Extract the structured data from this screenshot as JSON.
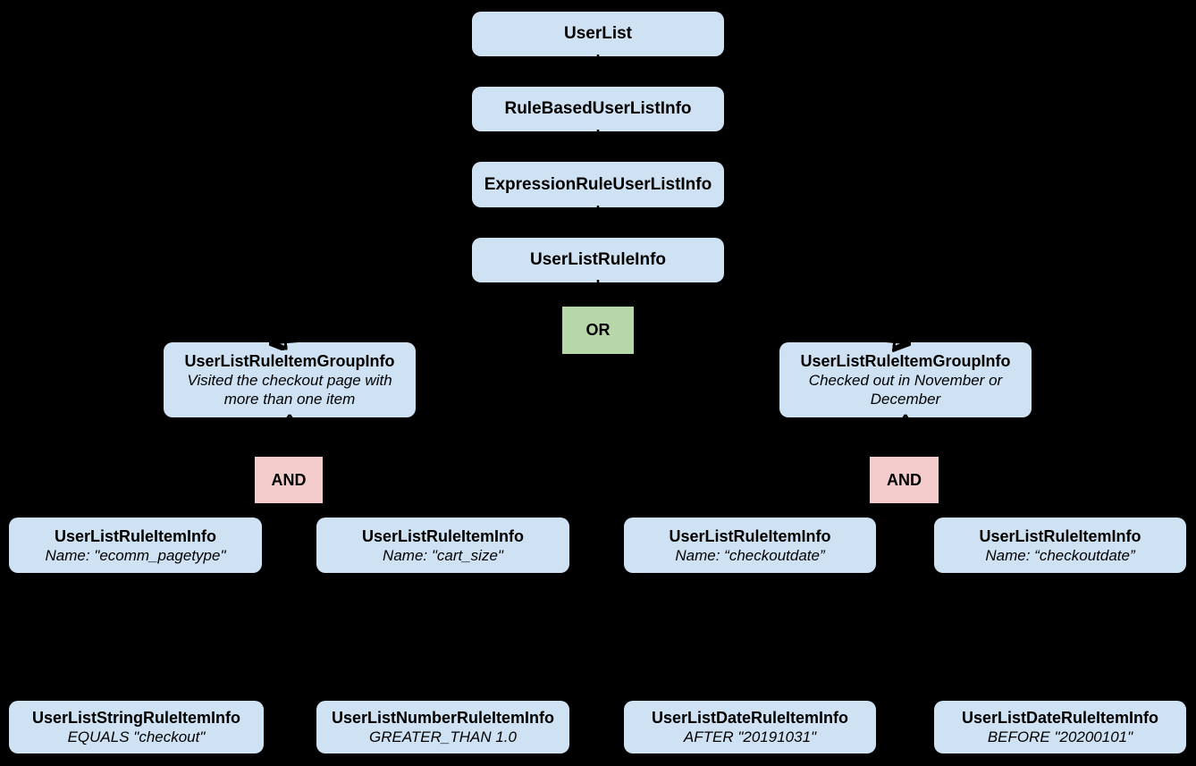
{
  "diagram": {
    "description": "Class hierarchy for a rule-based user list",
    "colors": {
      "background": "#000000",
      "node_fill": "#cfe2f3",
      "or_fill": "#b6d7a8",
      "and_fill": "#f4cccc",
      "text": "#000000",
      "connector": "#000000"
    },
    "nodes": {
      "userlist": {
        "title": "UserList"
      },
      "rulebased": {
        "title": "RuleBasedUserListInfo"
      },
      "expressionrule": {
        "title": "ExpressionRuleUserListInfo"
      },
      "userlistrule": {
        "title": "UserListRuleInfo"
      },
      "group_left": {
        "title": "UserListRuleItemGroupInfo",
        "subtitle": "Visited the checkout page with more than one item"
      },
      "group_right": {
        "title": "UserListRuleItemGroupInfo",
        "subtitle": "Checked out in November or December"
      },
      "item1": {
        "title": "UserListRuleItemInfo",
        "subtitle": "Name: \"ecomm_pagetype\""
      },
      "item2": {
        "title": "UserListRuleItemInfo",
        "subtitle": "Name: \"cart_size\""
      },
      "item3": {
        "title": "UserListRuleItemInfo",
        "subtitle": "Name: “checkoutdate”"
      },
      "item4": {
        "title": "UserListRuleItemInfo",
        "subtitle": "Name: “checkoutdate”"
      },
      "leaf1": {
        "title": "UserListStringRuleItemInfo",
        "subtitle": "EQUALS \"checkout\""
      },
      "leaf2": {
        "title": "UserListNumberRuleItemInfo",
        "subtitle": "GREATER_THAN 1.0"
      },
      "leaf3": {
        "title": "UserListDateRuleItemInfo",
        "subtitle": "AFTER \"20191031\""
      },
      "leaf4": {
        "title": "UserListDateRuleItemInfo",
        "subtitle": "BEFORE \"20200101\""
      }
    },
    "operators": {
      "or": {
        "label": "OR"
      },
      "and_left": {
        "label": "AND"
      },
      "and_right": {
        "label": "AND"
      }
    }
  }
}
